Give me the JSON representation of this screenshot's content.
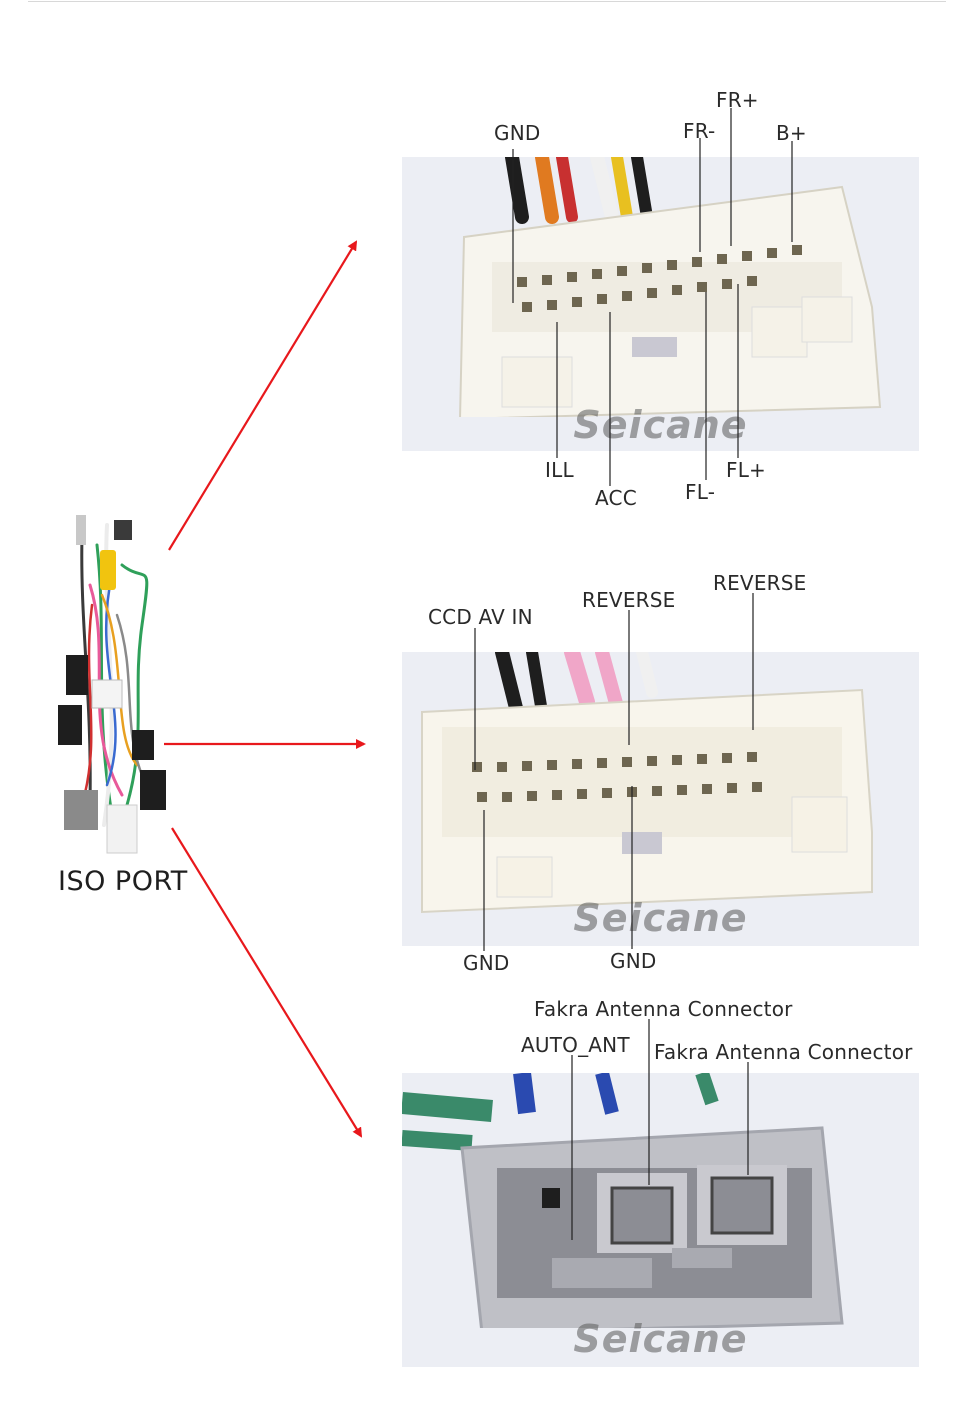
{
  "iso_label": "ISO PORT",
  "watermark": "Seicane",
  "arrow_color": "#e8181c",
  "connector1": {
    "labels_top": [
      "GND",
      "FR-",
      "FR+",
      "B+"
    ],
    "labels_bottom": [
      "ILL",
      "ACC",
      "FL-",
      "FL+"
    ]
  },
  "connector2": {
    "labels_top": [
      "CCD AV IN",
      "REVERSE",
      "REVERSE"
    ],
    "labels_bottom": [
      "GND",
      "GND"
    ]
  },
  "connector3": {
    "labels_top": [
      "Fakra Antenna Connector",
      "AUTO_ANT",
      "Fakra Antenna Connector"
    ]
  }
}
